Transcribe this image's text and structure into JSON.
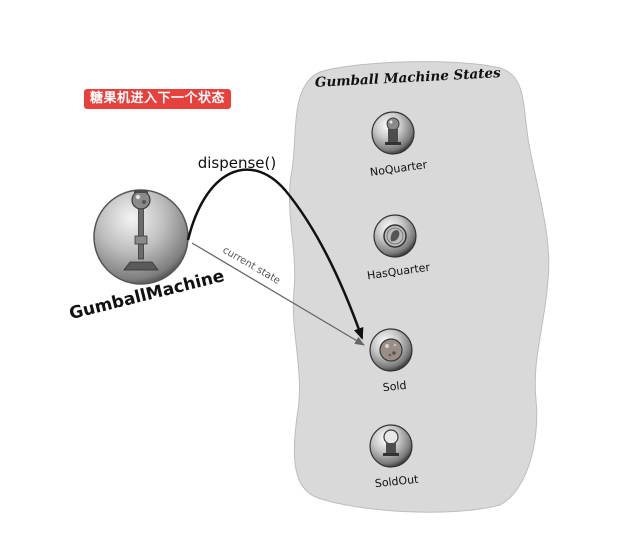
{
  "banner": "糖果机进入下一个状态",
  "region_title": "Gumball Machine States",
  "context": {
    "name": "GumballMachine"
  },
  "transition": {
    "label": "dispense()"
  },
  "pointer": {
    "label": "current state"
  },
  "states": [
    {
      "label": "NoQuarter",
      "icon": "gumball-machine-icon"
    },
    {
      "label": "HasQuarter",
      "icon": "quarter-coin-icon"
    },
    {
      "label": "Sold",
      "icon": "gumball-icon",
      "current": true
    },
    {
      "label": "SoldOut",
      "icon": "empty-machine-icon"
    }
  ],
  "colors": {
    "banner_bg": "#e8413d",
    "region_fill": "#d9d9d9",
    "arrow": "#111111",
    "pointer_line": "#666666"
  }
}
